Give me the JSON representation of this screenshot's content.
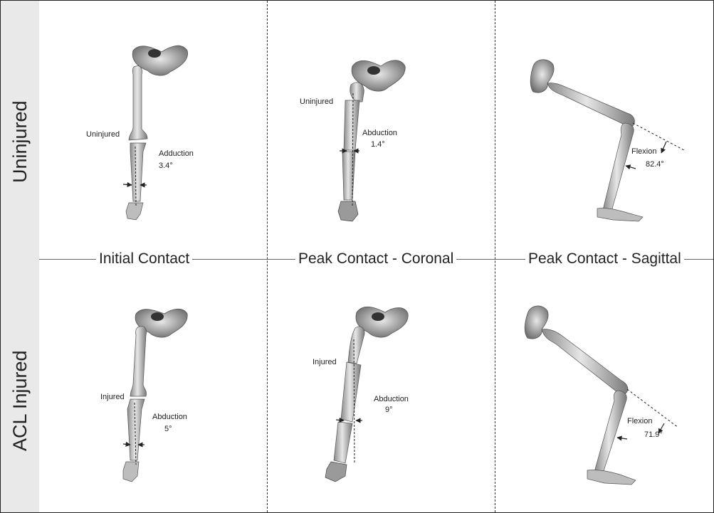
{
  "row_labels": [
    "Uninjured",
    "ACL Injured"
  ],
  "column_titles": [
    "Initial Contact",
    "Peak Contact - Coronal",
    "Peak Contact - Sagittal"
  ],
  "panels": {
    "uninjured_initial": {
      "limb_label": "Uninjured",
      "angle_name": "Adduction",
      "angle_value": "3.4°"
    },
    "uninjured_coronal": {
      "limb_label": "Uninjured",
      "angle_name": "Abduction",
      "angle_value": "1.4°"
    },
    "uninjured_sagittal": {
      "angle_name": "Flexion",
      "angle_value": "82.4°"
    },
    "injured_initial": {
      "limb_label": "Injured",
      "angle_name": "Abduction",
      "angle_value": "5°"
    },
    "injured_coronal": {
      "limb_label": "Injured",
      "angle_name": "Abduction",
      "angle_value": "9°"
    },
    "injured_sagittal": {
      "angle_name": "Flexion",
      "angle_value": "71.9°"
    }
  },
  "colors": {
    "bone": "#d4d4d4",
    "bone_shadow": "#7a7a7a",
    "sidebar": "#e9e9e9",
    "line": "#333333"
  }
}
